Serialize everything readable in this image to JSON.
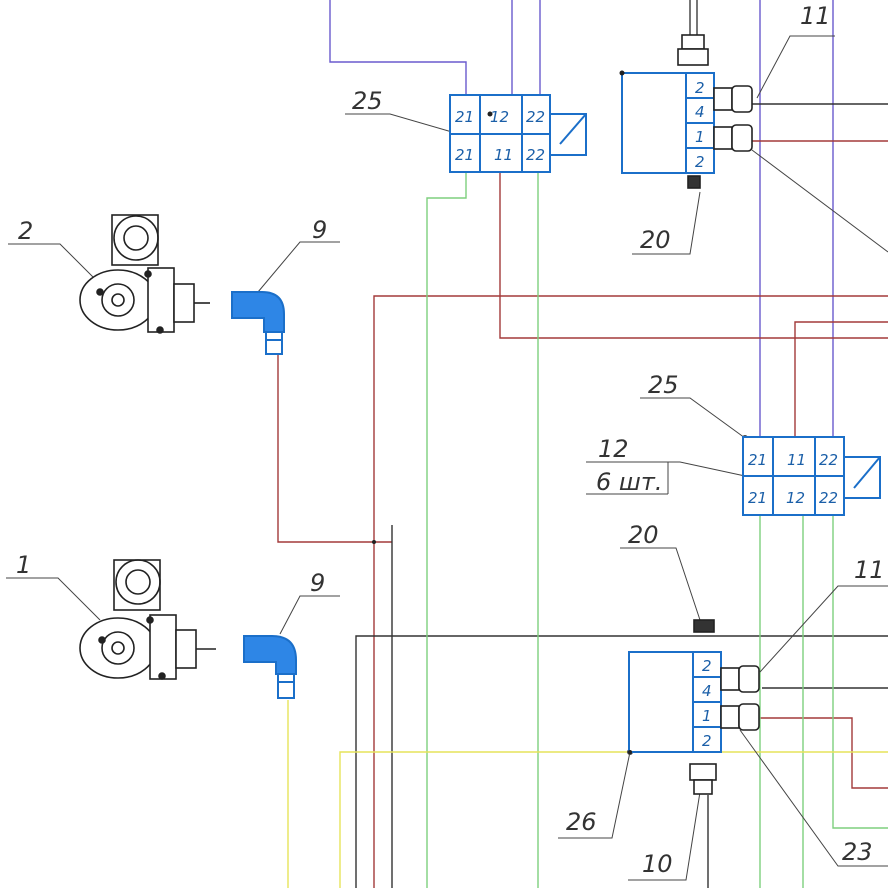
{
  "colors": {
    "outline": "#1b6fc9",
    "part_fill": "#2e86e6",
    "wire_red": "#a33a3a",
    "wire_blue": "#6a5acd",
    "wire_green": "#7ecf7e",
    "wire_yellow": "#e6e35a",
    "wire_black": "#333333",
    "leader": "#444444"
  },
  "callouts": {
    "c25_top": "25",
    "c11_top": "11",
    "c20_top": "20",
    "c2": "2",
    "c9_top": "9",
    "c25_mid": "25",
    "c12": "12",
    "c6sht": "6 шт.",
    "c20_mid": "20",
    "c11_mid": "11",
    "c1": "1",
    "c9_bot": "9",
    "c26": "26",
    "c10": "10",
    "c23": "23"
  },
  "connector_top": {
    "pins": [
      "21",
      "12",
      "22",
      "21",
      "11",
      "22"
    ]
  },
  "connector_mid": {
    "pins": [
      "21",
      "11",
      "22",
      "21",
      "12",
      "22"
    ]
  },
  "valve_top": {
    "ports": [
      "2",
      "4",
      "1",
      "2"
    ]
  },
  "valve_bot": {
    "ports": [
      "2",
      "4",
      "1",
      "2"
    ]
  }
}
